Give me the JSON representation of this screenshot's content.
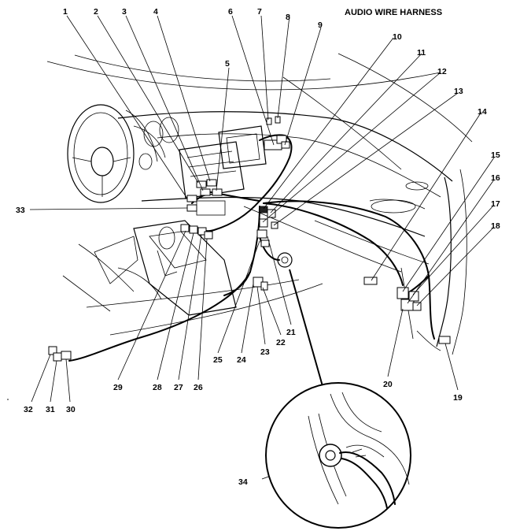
{
  "title": "AUDIO WIRE HARNESS",
  "callouts": [
    "1",
    "2",
    "3",
    "4",
    "5",
    "6",
    "7",
    "8",
    "9",
    "10",
    "11",
    "12",
    "13",
    "14",
    "15",
    "16",
    "17",
    "18",
    "19",
    "20",
    "21",
    "22",
    "23",
    "24",
    "25",
    "26",
    "27",
    "28",
    "29",
    "30",
    "31",
    "32",
    "33",
    "34"
  ]
}
